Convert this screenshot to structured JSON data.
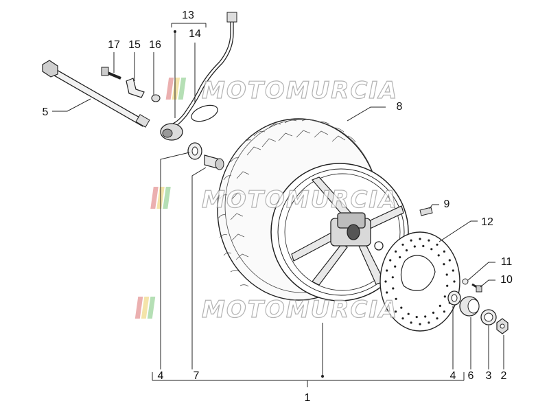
{
  "watermark": {
    "text": "MOTOMURCIA",
    "stripe_colors": [
      "#e8a2a2",
      "#f2df9a",
      "#a8d9a8"
    ]
  },
  "callouts": [
    {
      "id": "p13",
      "label": "13"
    },
    {
      "id": "p14",
      "label": "14"
    },
    {
      "id": "p17",
      "label": "17"
    },
    {
      "id": "p15",
      "label": "15"
    },
    {
      "id": "p16",
      "label": "16"
    },
    {
      "id": "p5",
      "label": "5"
    },
    {
      "id": "p8",
      "label": "8"
    },
    {
      "id": "p9",
      "label": "9"
    },
    {
      "id": "p12",
      "label": "12"
    },
    {
      "id": "p11",
      "label": "11"
    },
    {
      "id": "p10",
      "label": "10"
    },
    {
      "id": "p4a",
      "label": "4"
    },
    {
      "id": "p7",
      "label": "7"
    },
    {
      "id": "p4b",
      "label": "4"
    },
    {
      "id": "p6",
      "label": "6"
    },
    {
      "id": "p3",
      "label": "3"
    },
    {
      "id": "p2",
      "label": "2"
    },
    {
      "id": "p1",
      "label": "1"
    }
  ]
}
